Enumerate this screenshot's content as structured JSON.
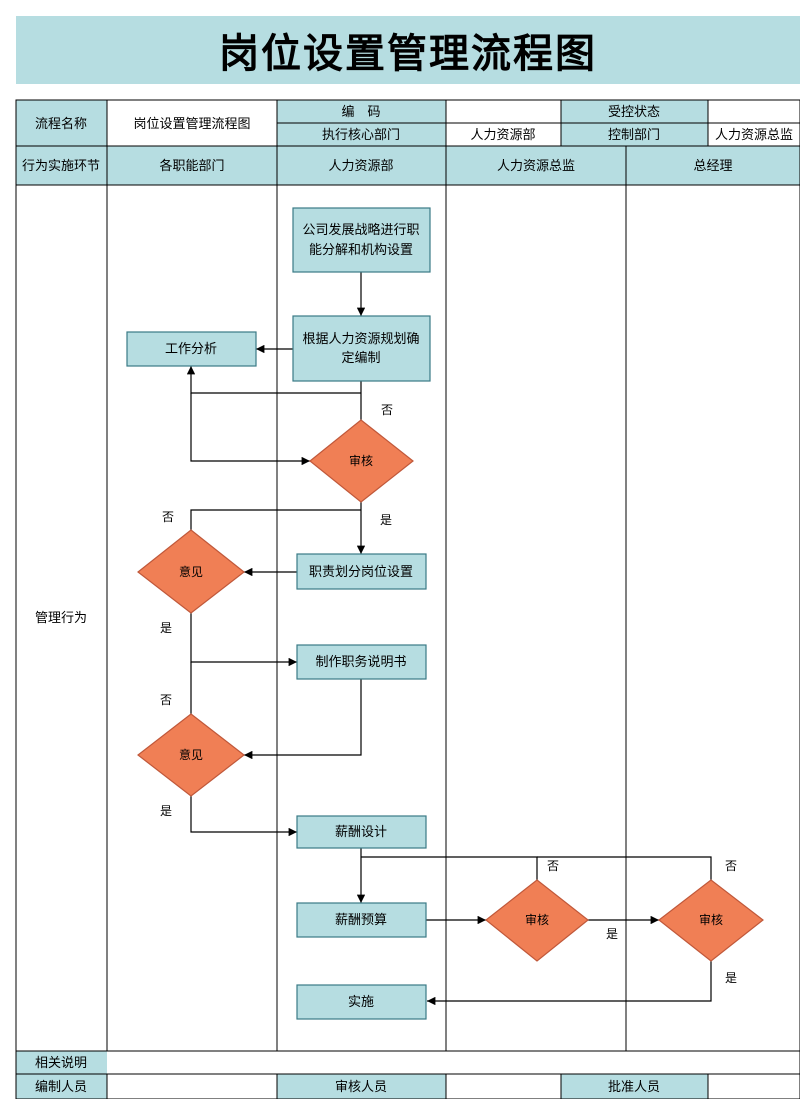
{
  "title": "岗位设置管理流程图",
  "colors": {
    "header_fill": "#b6dde1",
    "box_fill": "#b6dde1",
    "box_stroke": "#3a7a85",
    "diamond_fill": "#f07f55",
    "diamond_stroke": "#c0583a",
    "grid": "#000000"
  },
  "header": {
    "process_name_label": "流程名称",
    "process_name_value": "岗位设置管理流程图",
    "code_label": "编　码",
    "code_value": "",
    "control_status_label": "受控状态",
    "control_status_value": "",
    "exec_dept_label": "执行核心部门",
    "exec_dept_value": "人力资源部",
    "control_dept_label": "控制部门",
    "control_dept_value": "人力资源总监"
  },
  "lanes": {
    "stage_label": "行为实施环节",
    "names": [
      "各职能部门",
      "人力资源部",
      "人力资源总监",
      "总经理"
    ],
    "row_label": "管理行为"
  },
  "nodes": {
    "strategy": "公司发展战略进行职能分解和机构设置",
    "staffing": "根据人力资源规划确定编制",
    "job_analysis": "工作分析",
    "review1": "审核",
    "duties": "职责划分岗位设置",
    "opinion1": "意见",
    "job_desc": "制作职务说明书",
    "opinion2": "意见",
    "salary_design": "薪酬设计",
    "salary_budget": "薪酬预算",
    "review2": "审核",
    "review3": "审核",
    "implement": "实施"
  },
  "edges": {
    "no": "否",
    "yes": "是"
  },
  "footer": {
    "notes_label": "相关说明",
    "compiler_label": "编制人员",
    "reviewer_label": "审核人员",
    "approver_label": "批准人员"
  }
}
